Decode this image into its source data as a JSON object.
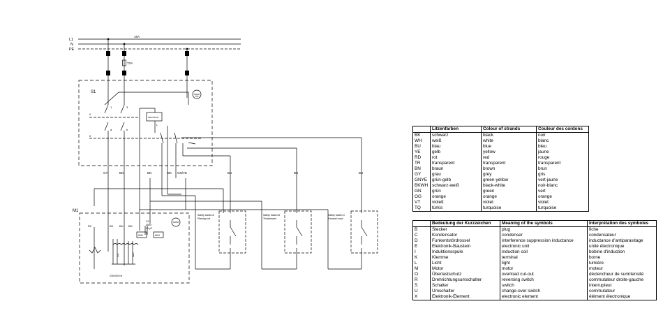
{
  "schematic": {
    "lines": {
      "l1": "L1",
      "n": "N",
      "pe": "PE"
    },
    "main_fuse": "16A",
    "fuse_small": "T2A",
    "switch_label": "S1",
    "terminals": {
      "t1": "1",
      "t2": "3",
      "t0": "0",
      "ta": "a",
      "tb": "b",
      "tii": "II",
      "tl": "L"
    },
    "contactor": "230V/50 Hz",
    "wire_labels": [
      "GY",
      "BN",
      "BN",
      "BK",
      "GN/YE",
      "BU",
      "BU",
      "BU"
    ],
    "motor": {
      "label": "M1",
      "terminals": [
        "R2",
        "BK",
        "BU",
        "BN"
      ],
      "cap_label": "C1",
      "cap_voltage": "450V",
      "cap_value": "40 µF",
      "wh1": "WH",
      "wh2": "WH",
      "winding1": "Aux",
      "winding2": "Main",
      "voltage": "230V/50 Hz"
    },
    "safety_switches": [
      {
        "label_line1": "Safety switch A",
        "label_line2": "Planing tool"
      },
      {
        "label_line1": "Safety switch B",
        "label_line2": "Thicknesser"
      },
      {
        "label_line1": "Safety switch C",
        "label_line2": "Exhaust hood"
      }
    ]
  },
  "wires_table": {
    "headers": [
      "",
      "Litzenfarben",
      "Colour of strands",
      "Couleur des cordons"
    ],
    "rows": [
      [
        "BK",
        "schwarz",
        "black",
        "noir"
      ],
      [
        "WH",
        "weiß",
        "white",
        "blanc"
      ],
      [
        "BU",
        "blau",
        "blue",
        "bleu"
      ],
      [
        "YE",
        "gelb",
        "yellow",
        "jaune"
      ],
      [
        "RD",
        "rot",
        "red",
        "rouge"
      ],
      [
        "TR",
        "transparent",
        "transparent",
        "transparent"
      ],
      [
        "BN",
        "braun",
        "brown",
        "brun"
      ],
      [
        "GY",
        "grau",
        "grey",
        "gris"
      ],
      [
        "GNYE",
        "grün-gelb",
        "green-yellow",
        "vert-jaune"
      ],
      [
        "BKWH",
        "schwarz-weiß",
        "black-white",
        "noir-blanc"
      ],
      [
        "GN",
        "grün",
        "green",
        "vert"
      ],
      [
        "OG",
        "orange",
        "orange",
        "orange"
      ],
      [
        "VT",
        "violett",
        "violet",
        "violet"
      ],
      [
        "TQ",
        "türkis",
        "turquoise",
        "turquoise"
      ]
    ]
  },
  "symbols_table": {
    "headers": [
      "",
      "Bedeutung der Kurzzeichen",
      "Meaning of the symbols",
      "Interprétation des symboles"
    ],
    "rows": [
      [
        "B",
        "Stecker",
        "plug",
        "fiche"
      ],
      [
        "C",
        "Kondensator",
        "condenser",
        "condensateur"
      ],
      [
        "D",
        "Funkentstördrossel",
        "interference suppression inductance",
        "inductance d'antiparasitage"
      ],
      [
        "E",
        "Elektronik-Baustein",
        "electronic unit",
        "unité électronique"
      ],
      [
        "I",
        "Induktionsspule",
        "induction coil",
        "bobine d'induction"
      ],
      [
        "K",
        "Klemme",
        "terminal",
        "borne"
      ],
      [
        "L",
        "Licht",
        "light",
        "lumière"
      ],
      [
        "M",
        "Motor",
        "motor",
        "moteur"
      ],
      [
        "O",
        "Überlastschutz",
        "overload cut-out",
        "déclencheur de surintensité"
      ],
      [
        "R",
        "Drehrichtungsumschalter",
        "reversing switch",
        "commutateur droite-gauche"
      ],
      [
        "S",
        "Schalter",
        "switch",
        "interrupteur"
      ],
      [
        "U",
        "Umschalter",
        "change-over switch",
        "commutateur"
      ],
      [
        "X",
        "Elektronik-Element",
        "electronic element",
        "élément électronique"
      ]
    ]
  }
}
